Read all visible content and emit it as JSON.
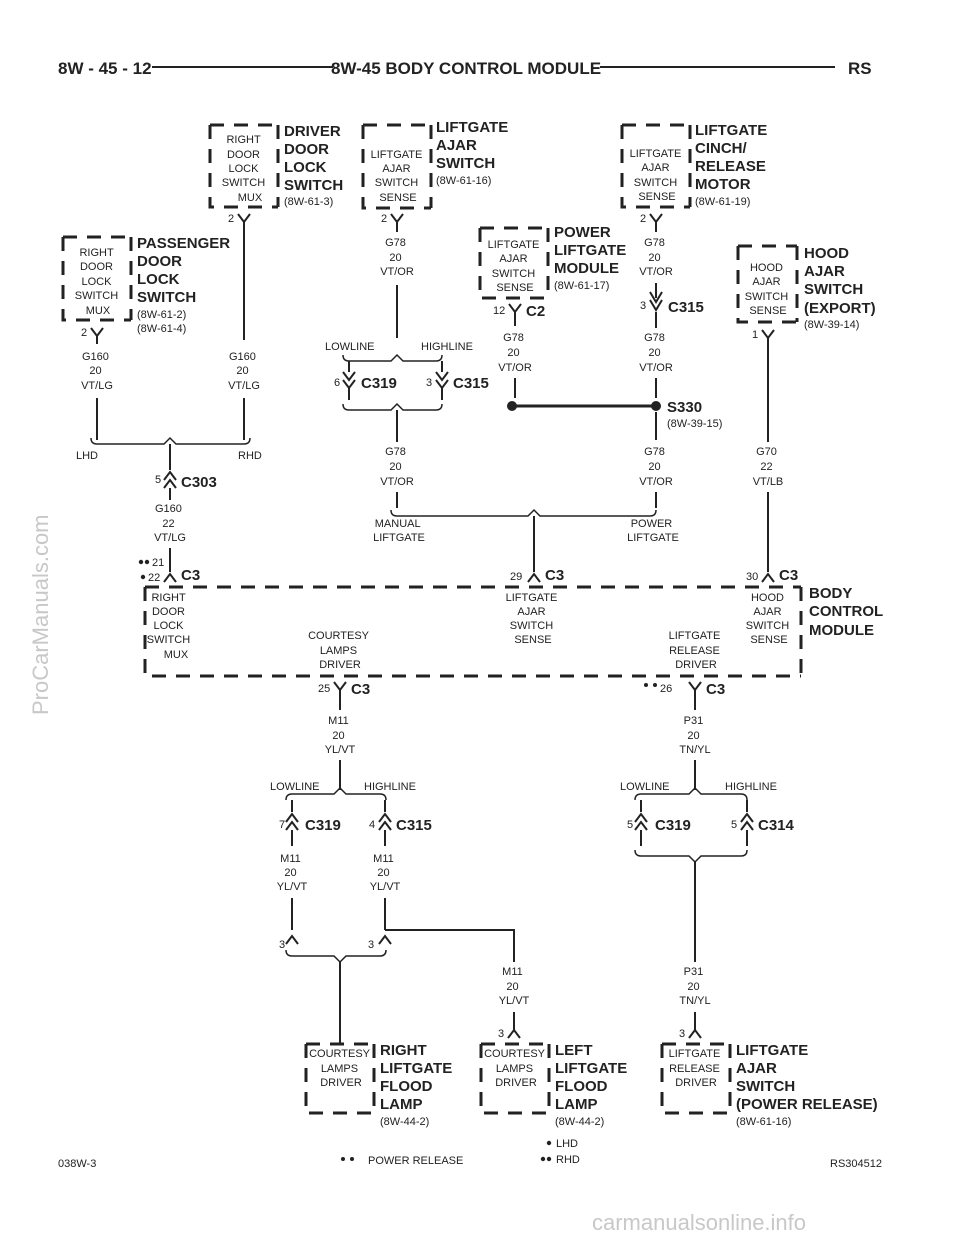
{
  "header": {
    "page_code": "8W - 45 - 12",
    "title": "8W-45 BODY CONTROL MODULE",
    "code": "RS"
  },
  "footer": {
    "left": "038W-3",
    "right": "RS304512",
    "legend_power_release": "POWER RELEASE",
    "legend_lhd": "LHD",
    "legend_rhd": "RHD"
  },
  "watermark": {
    "left": "ProCarManuals.com",
    "bottom": "carmanualsonline.info"
  },
  "components": {
    "driver_door": {
      "inner": [
        "RIGHT",
        "DOOR",
        "LOCK",
        "SWITCH",
        "MUX"
      ],
      "title": [
        "DRIVER",
        "DOOR",
        "LOCK",
        "SWITCH"
      ],
      "ref": "(8W-61-3)",
      "pin": "2"
    },
    "liftgate_ajar": {
      "inner": [
        "LIFTGATE",
        "AJAR",
        "SWITCH",
        "SENSE"
      ],
      "title": [
        "LIFTGATE",
        "AJAR",
        "SWITCH"
      ],
      "ref": "(8W-61-16)",
      "pin": "2"
    },
    "cinch": {
      "inner": [
        "LIFTGATE",
        "AJAR",
        "SWITCH",
        "SENSE"
      ],
      "title": [
        "LIFTGATE",
        "CINCH/",
        "RELEASE",
        "MOTOR"
      ],
      "ref": "(8W-61-19)",
      "pin": "2"
    },
    "passenger_door": {
      "inner": [
        "RIGHT",
        "DOOR",
        "LOCK",
        "SWITCH",
        "MUX"
      ],
      "title": [
        "PASSENGER",
        "DOOR",
        "LOCK",
        "SWITCH"
      ],
      "refs": [
        "(8W-61-2)",
        "(8W-61-4)"
      ],
      "pin": "2"
    },
    "power_liftgate": {
      "inner": [
        "LIFTGATE",
        "AJAR",
        "SWITCH",
        "SENSE"
      ],
      "title": [
        "POWER",
        "LIFTGATE",
        "MODULE"
      ],
      "ref": "(8W-61-17)",
      "pin": "12",
      "conn": "C2"
    },
    "hood": {
      "inner": [
        "HOOD",
        "AJAR",
        "SWITCH",
        "SENSE"
      ],
      "title": [
        "HOOD",
        "AJAR",
        "SWITCH",
        "(EXPORT)"
      ],
      "ref": "(8W-39-14)",
      "pin": "1"
    },
    "bcm": {
      "title": [
        "BODY",
        "CONTROL",
        "MODULE"
      ],
      "left": [
        "RIGHT",
        "DOOR",
        "LOCK",
        "SWITCH",
        "MUX"
      ],
      "center": [
        "LIFTGATE",
        "AJAR",
        "SWITCH",
        "SENSE"
      ],
      "right": [
        "HOOD",
        "AJAR",
        "SWITCH",
        "SENSE"
      ],
      "courtesy": [
        "COURTESY",
        "LAMPS",
        "DRIVER"
      ],
      "release": [
        "LIFTGATE",
        "RELEASE",
        "DRIVER"
      ],
      "pin_left_top": "21",
      "pin_left": "22",
      "pin_center": "29",
      "pin_right": "30",
      "pin_courtesy": "25",
      "pin_release": "26",
      "conn": "C3"
    },
    "right_flood": {
      "inner": [
        "COURTESY",
        "LAMPS",
        "DRIVER"
      ],
      "title": [
        "RIGHT",
        "LIFTGATE",
        "FLOOD",
        "LAMP"
      ],
      "ref": "(8W-44-2)"
    },
    "left_flood": {
      "inner": [
        "COURTESY",
        "LAMPS",
        "DRIVER"
      ],
      "title": [
        "LEFT",
        "LIFTGATE",
        "FLOOD",
        "LAMP"
      ],
      "ref": "(8W-44-2)",
      "pin": "3"
    },
    "ajar_power": {
      "inner": [
        "LIFTGATE",
        "RELEASE",
        "DRIVER"
      ],
      "title": [
        "LIFTGATE",
        "AJAR",
        "SWITCH",
        "(POWER RELEASE)"
      ],
      "ref": "(8W-61-16)",
      "pin": "3"
    }
  },
  "wires": {
    "g160_20": [
      "G160",
      "20",
      "VT/LG"
    ],
    "g160_22": [
      "G160",
      "22",
      "VT/LG"
    ],
    "g78_20": [
      "G78",
      "20",
      "VT/OR"
    ],
    "g70_22": [
      "G70",
      "22",
      "VT/LB"
    ],
    "m11_20": [
      "M11",
      "20",
      "YL/VT"
    ],
    "p31_20": [
      "P31",
      "20",
      "TN/YL"
    ]
  },
  "connectors": {
    "c303": {
      "name": "C303",
      "pin": "5"
    },
    "c319_upper": {
      "name": "C319",
      "pin": "6"
    },
    "c315_upper": {
      "name": "C315",
      "pin": "3"
    },
    "c315_cinch": {
      "name": "C315",
      "pin": "3"
    },
    "s330": {
      "name": "S330",
      "ref": "(8W-39-15)"
    },
    "c319_m11": {
      "name": "C319",
      "pin": "7"
    },
    "c315_m11": {
      "name": "C315",
      "pin": "4"
    },
    "c319_p31": {
      "name": "C319",
      "pin": "5"
    },
    "c314_p31": {
      "name": "C314",
      "pin": "5"
    },
    "splice_pin_left": "3",
    "splice_pin_right": "3"
  },
  "options": {
    "lhd": "LHD",
    "rhd": "RHD",
    "lowline": "LOWLINE",
    "highline": "HIGHLINE",
    "manual_liftgate": [
      "MANUAL",
      "LIFTGATE"
    ],
    "power_liftgate": [
      "POWER",
      "LIFTGATE"
    ]
  }
}
